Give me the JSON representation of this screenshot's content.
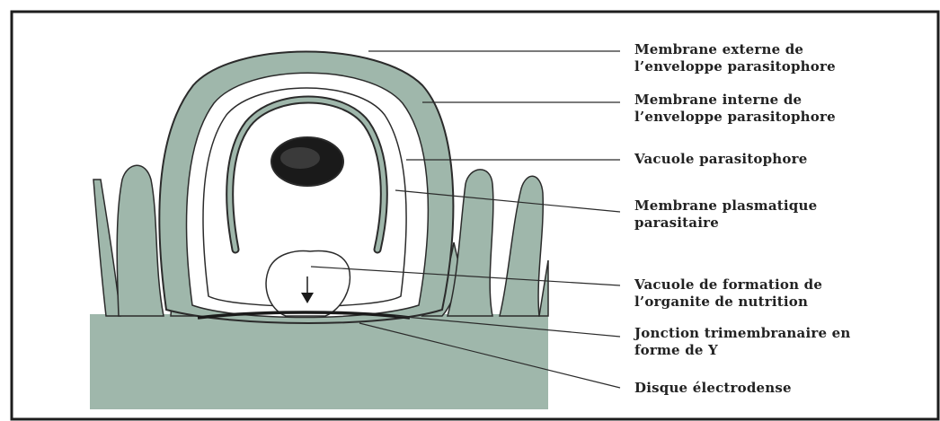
{
  "colors": {
    "tissue": "#9fb7ab",
    "tissue_dark": "#7e9a8d",
    "membrane": "#2b2b2b",
    "vacuole": "#ffffff",
    "nucleus": "#1a1a1a",
    "frame": "#1d1d1d"
  },
  "icons": {
    "arrow": "down-arrow-icon"
  },
  "labels": [
    {
      "id": "outer-membrane",
      "lines": [
        "Membrane externe de",
        "l’enveloppe parasitophore"
      ]
    },
    {
      "id": "inner-membrane",
      "lines": [
        "Membrane interne de",
        "l’enveloppe parasitophore"
      ]
    },
    {
      "id": "parasitophorous-vacuole",
      "lines": [
        "Vacuole parasitophore"
      ]
    },
    {
      "id": "plasma-membrane",
      "lines": [
        "Membrane plasmatique",
        "parasitaire"
      ]
    },
    {
      "id": "nutrition-organelle-vacuole",
      "lines": [
        "Vacuole de formation de",
        "l’organite de nutrition"
      ]
    },
    {
      "id": "y-junction",
      "lines": [
        "Jonction trimembranaire en",
        "forme de Y"
      ]
    },
    {
      "id": "electrodense-disc",
      "lines": [
        "Disque électrodense"
      ]
    }
  ]
}
